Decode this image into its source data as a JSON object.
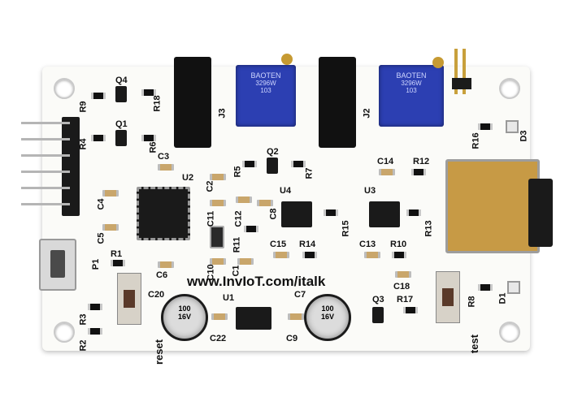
{
  "board": {
    "url_text": "www.InvIoT.com/italk",
    "reset_label": "reset",
    "test_label": "test"
  },
  "labels": {
    "R9": "R9",
    "Q4": "Q4",
    "R18": "R18",
    "J3": "J3",
    "J2": "J2",
    "Q1": "Q1",
    "R4": "R4",
    "R6": "R6",
    "Q2": "Q2",
    "C3": "C3",
    "R5": "R5",
    "R7": "R7",
    "C14": "C14",
    "R12": "R12",
    "R16": "R16",
    "D3": "D3",
    "U2": "U2",
    "C2": "C2",
    "C4": "C4",
    "U4": "U4",
    "U3": "U3",
    "C11": "C11",
    "C12": "C12",
    "C8": "C8",
    "R15": "R15",
    "R13": "R13",
    "R11": "R11",
    "C5": "C5",
    "P1": "P1",
    "R1": "R1",
    "C15": "C15",
    "R14": "R14",
    "C13": "C13",
    "R10": "R10",
    "C10": "C10",
    "C1": "C1",
    "C6": "C6",
    "C18": "C18",
    "C20": "C20",
    "C7": "C7",
    "U1": "U1",
    "R8": "R8",
    "D1": "D1",
    "R3": "R3",
    "Q3": "Q3",
    "R17": "R17",
    "R2": "R2",
    "C22": "C22",
    "C9": "C9"
  },
  "pot_text": {
    "brand": "BAOTEN",
    "line2": "3296W",
    "line3": "103"
  },
  "ecap_text": {
    "value": "100",
    "voltage": "16V"
  },
  "colors": {
    "board": "#fbfbf8",
    "chip": "#1a1a1a",
    "pot_blue": "#2c3fb2",
    "sd_gold": "#c79a45"
  }
}
